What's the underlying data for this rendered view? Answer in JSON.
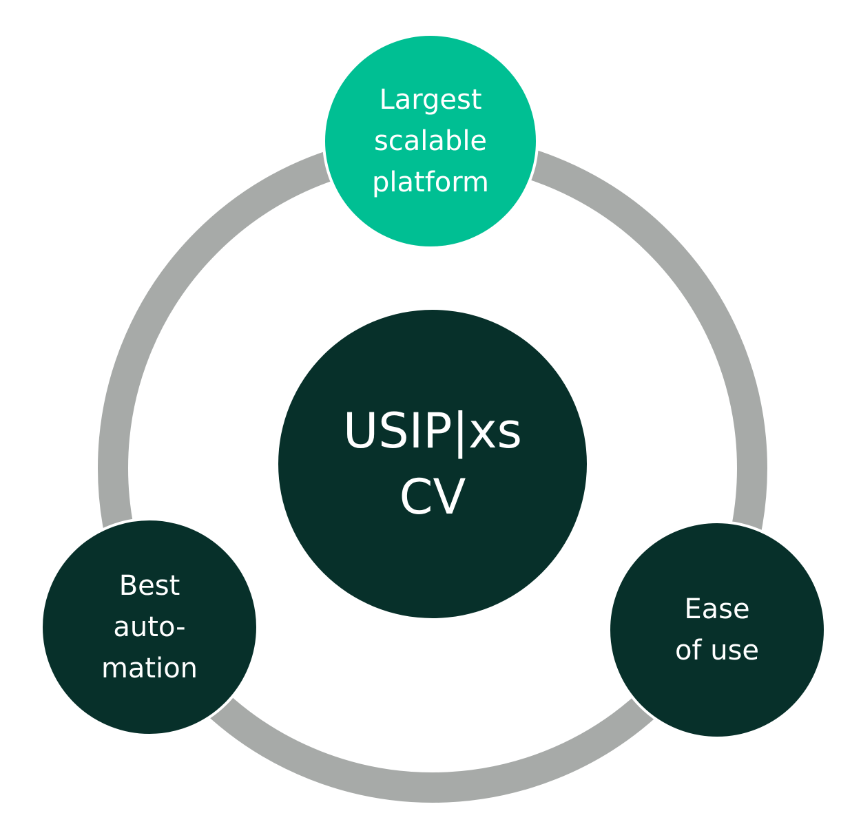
{
  "colors": {
    "ring": "#a7aaa8",
    "accent": "#00bf93",
    "dark": "#07302a",
    "text": "#ffffff",
    "background": "#ffffff"
  },
  "center": {
    "line1": "USIP|xs",
    "line2": "CV"
  },
  "nodes": {
    "top": {
      "lines": [
        "Largest",
        "scalable",
        "platform"
      ]
    },
    "left": {
      "lines": [
        "Best",
        "auto-",
        "mation"
      ]
    },
    "right": {
      "lines": [
        "Ease",
        "of use"
      ]
    }
  }
}
